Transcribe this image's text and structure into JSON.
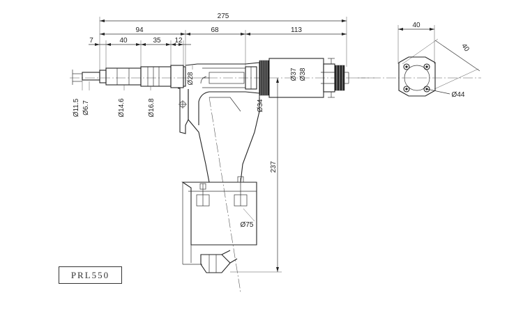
{
  "model": "PRL550",
  "dimensions": {
    "overall_length": "275",
    "front_section": "94",
    "mid_section": "68",
    "rear_section": "113",
    "nose_tip": "7",
    "nose_length": "40",
    "jaw_length": "35",
    "collar": "12",
    "height": "237",
    "mount_width": "40",
    "mount_diagonal": "40"
  },
  "diameters": {
    "d_11_5": "Ø11.5",
    "d_6_7": "Ø6.7",
    "d_14_6": "Ø14.6",
    "d_16_8": "Ø16.8",
    "d_28": "Ø28",
    "d_34": "Ø34",
    "d_37": "Ø37",
    "d_38": "Ø38",
    "d_75": "Ø75",
    "d_44": "Ø44"
  }
}
